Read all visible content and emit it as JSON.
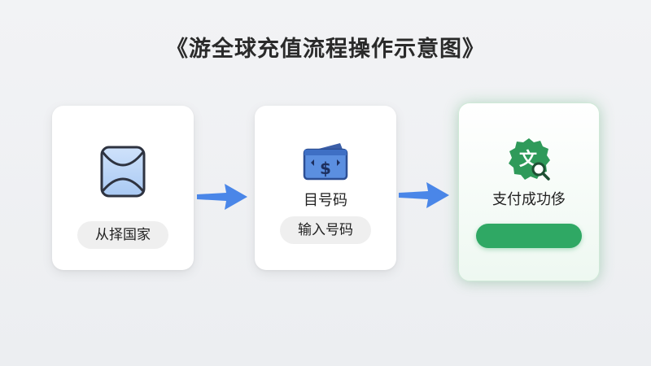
{
  "title": "《游全球充值流程操作示意图》",
  "steps": [
    {
      "icon": "country-card-icon",
      "label": "",
      "button": "从择国家"
    },
    {
      "icon": "wallet-dollar-icon",
      "label": "目号码",
      "button": "输入号码"
    },
    {
      "icon": "translate-search-icon",
      "label": "支付成功侈",
      "button": ""
    }
  ],
  "colors": {
    "arrow": "#4a86e8",
    "success": "#2fa864",
    "icon_blue": "#5b8fe0"
  }
}
